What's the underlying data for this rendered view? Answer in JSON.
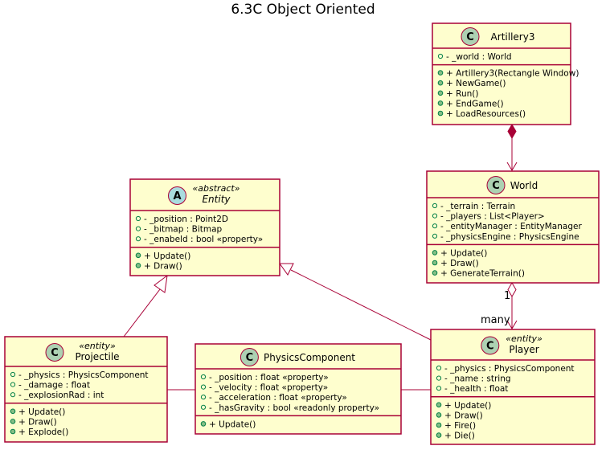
{
  "title": "6.3C Object Oriented",
  "colors": {
    "box_fill": "#FEFECE",
    "border": "#A80036",
    "circle_class": "#ADD1B2",
    "circle_abstract": "#A9DCDF",
    "attr_public": "#038048",
    "method_public": "#84BE84"
  },
  "classes": [
    {
      "id": "artillery3",
      "name": "Artillery3",
      "stereotype": "",
      "kind": "C",
      "fields": [
        "- _world : World"
      ],
      "methods": [
        "+ Artillery3(Rectangle Window)",
        "+ NewGame()",
        "+ Run()",
        "+ EndGame()",
        "+ LoadResources()"
      ]
    },
    {
      "id": "world",
      "name": "World",
      "stereotype": "",
      "kind": "C",
      "fields": [
        "- _terrain : Terrain",
        "- _players : List<Player>",
        "- _entityManager : EntityManager",
        "- _physicsEngine : PhysicsEngine"
      ],
      "methods": [
        "+ Update()",
        "+ Draw()",
        "+ GenerateTerrain()"
      ]
    },
    {
      "id": "entity",
      "name": "Entity",
      "stereotype": "«abstract»",
      "kind": "A",
      "fields": [
        "- _position : Point2D",
        "- _bitmap : Bitmap",
        "- _enabeld : bool «property»"
      ],
      "methods": [
        "+ Update()",
        "+ Draw()"
      ]
    },
    {
      "id": "projectile",
      "name": "Projectile",
      "stereotype": "«entity»",
      "kind": "C",
      "fields": [
        "- _physics : PhysicsComponent",
        "- _damage : float",
        "- _explosionRad : int"
      ],
      "methods": [
        "+ Update()",
        "+ Draw()",
        "+ Explode()"
      ]
    },
    {
      "id": "physics",
      "name": "PhysicsComponent",
      "stereotype": "",
      "kind": "C",
      "fields": [
        "- _position : float «property»",
        "- _velocity : float «property»",
        "- _acceleration : float «property»",
        "- _hasGravity : bool «readonly property»"
      ],
      "methods": [
        "+ Update()"
      ]
    },
    {
      "id": "player",
      "name": "Player",
      "stereotype": "«entity»",
      "kind": "C",
      "fields": [
        "- _physics : PhysicsComponent",
        "- _name : string",
        "- _health : float"
      ],
      "methods": [
        "+ Update()",
        "+ Draw()",
        "+ Fire()",
        "+ Die()"
      ]
    }
  ],
  "relations": [
    {
      "from": "artillery3",
      "to": "world",
      "type": "composition",
      "from_label": "",
      "to_label": ""
    },
    {
      "from": "world",
      "to": "player",
      "type": "aggregation",
      "from_label": "1",
      "to_label": "many"
    },
    {
      "from": "projectile",
      "to": "entity",
      "type": "inheritance",
      "from_label": "",
      "to_label": ""
    },
    {
      "from": "player",
      "to": "entity",
      "type": "inheritance",
      "from_label": "",
      "to_label": ""
    },
    {
      "from": "projectile",
      "to": "physics",
      "type": "association",
      "from_label": "",
      "to_label": ""
    },
    {
      "from": "physics",
      "to": "player",
      "type": "association",
      "from_label": "",
      "to_label": ""
    }
  ]
}
